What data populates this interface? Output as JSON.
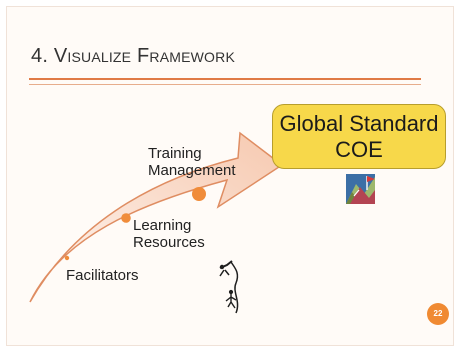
{
  "slide": {
    "title": "4. Visualize Framework",
    "page_number": "22"
  },
  "diagram": {
    "arrow_labels": {
      "training_line1": "Training",
      "training_line2": "Management",
      "learning_line1": "Learning",
      "learning_line2": "Resources",
      "facilitators": "Facilitators"
    },
    "goal_box": {
      "line1": "Global Standard",
      "line2": "COE"
    }
  },
  "colors": {
    "arrow_fill": "#f9dccb",
    "arrow_stroke": "#df8d62",
    "marker": "#f08c3a",
    "goal_box": "#f7d84a",
    "title_rule": "#e07a45",
    "page_badge": "#f08a32"
  },
  "icons": {
    "mountain_flag_clipart": "mountain-flag-icon",
    "climbers_clipart": "climbers-icon"
  }
}
